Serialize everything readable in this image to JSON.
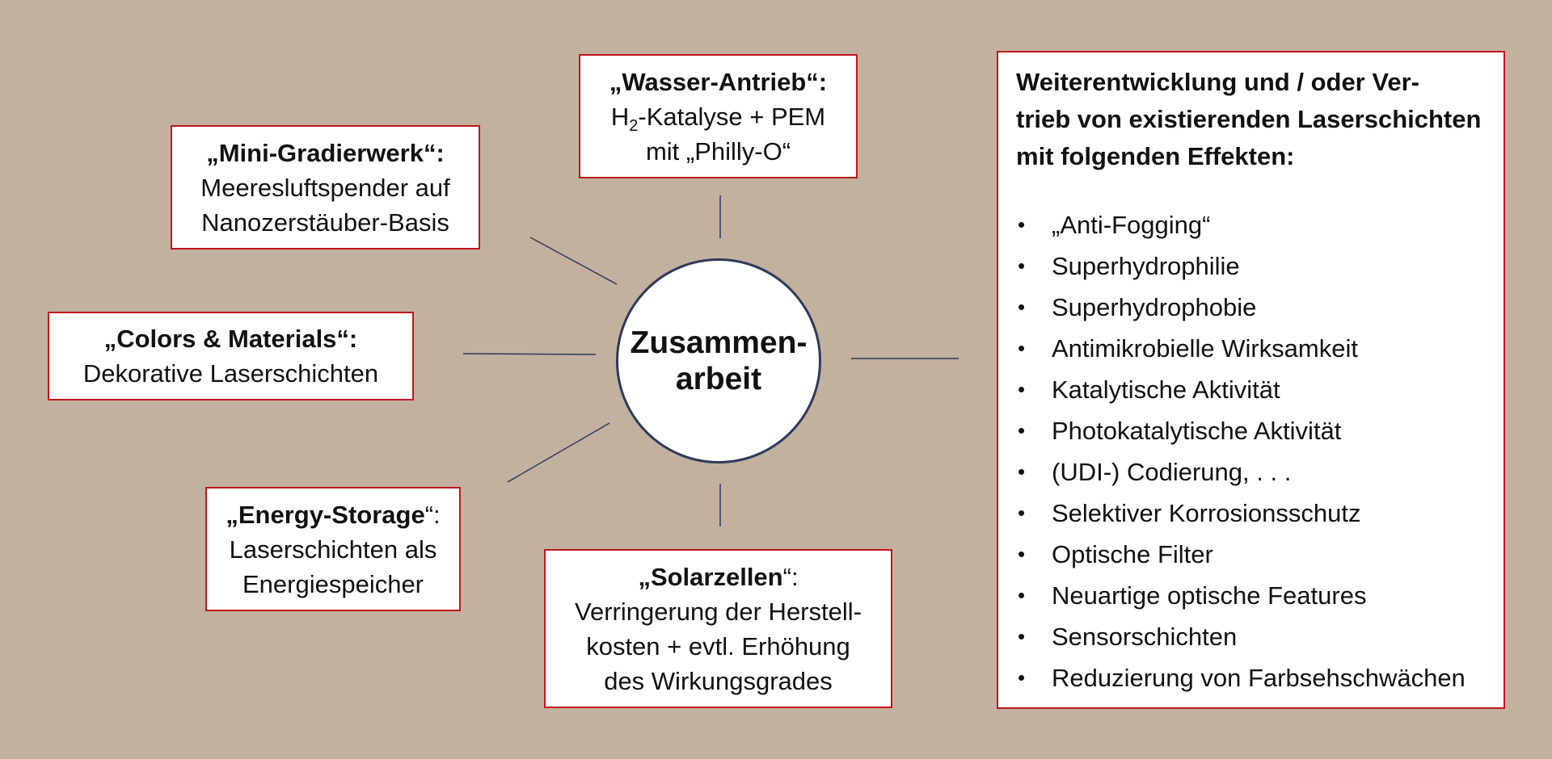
{
  "center": {
    "line1": "Zusammen-",
    "line2": "arbeit"
  },
  "boxes": {
    "wasser": {
      "title": "„Wasser-Antrieb“:",
      "line2_pre": "H",
      "line2_sub": "2",
      "line2_post": "-Katalyse + PEM",
      "line3": "mit „Philly-O“"
    },
    "mini": {
      "title": "„Mini-Gradierwerk“:",
      "line2": "Meeresluftspender auf",
      "line3": "Nanozerstäuber-Basis"
    },
    "colors": {
      "title": "„Colors & Materials“:",
      "line2": "Dekorative Laserschichten"
    },
    "energy": {
      "title_bold": "„Energy-Storage",
      "title_rest": "“:",
      "line2": "Laserschichten als",
      "line3": "Energiespeicher"
    },
    "solar": {
      "title_bold": "„Solarzellen",
      "title_rest": "“:",
      "line2": "Verringerung der Herstell-",
      "line3": "kosten + evtl. Erhöhung",
      "line4": "des Wirkungsgrades"
    }
  },
  "right": {
    "heading": [
      "Weiterentwicklung und / oder Ver-",
      "trieb von existierenden Laserschichten",
      "mit folgenden Effekten:"
    ],
    "bullet_char": "•",
    "items": [
      "„Anti-Fogging“",
      "Superhydrophilie",
      "Superhydrophobie",
      "Antimikrobielle Wirksamkeit",
      "Katalytische Aktivität",
      "Photokatalytische Aktivität",
      "(UDI-) Codierung, . . .",
      "Selektiver Korrosionsschutz",
      "Optische Filter",
      "Neuartige optische Features",
      "Sensorschichten",
      "Reduzierung von Farbsehschwächen"
    ]
  },
  "colors": {
    "background": "#c2b19e",
    "box_border": "#c0161c",
    "connector": "#2d3a5a"
  }
}
